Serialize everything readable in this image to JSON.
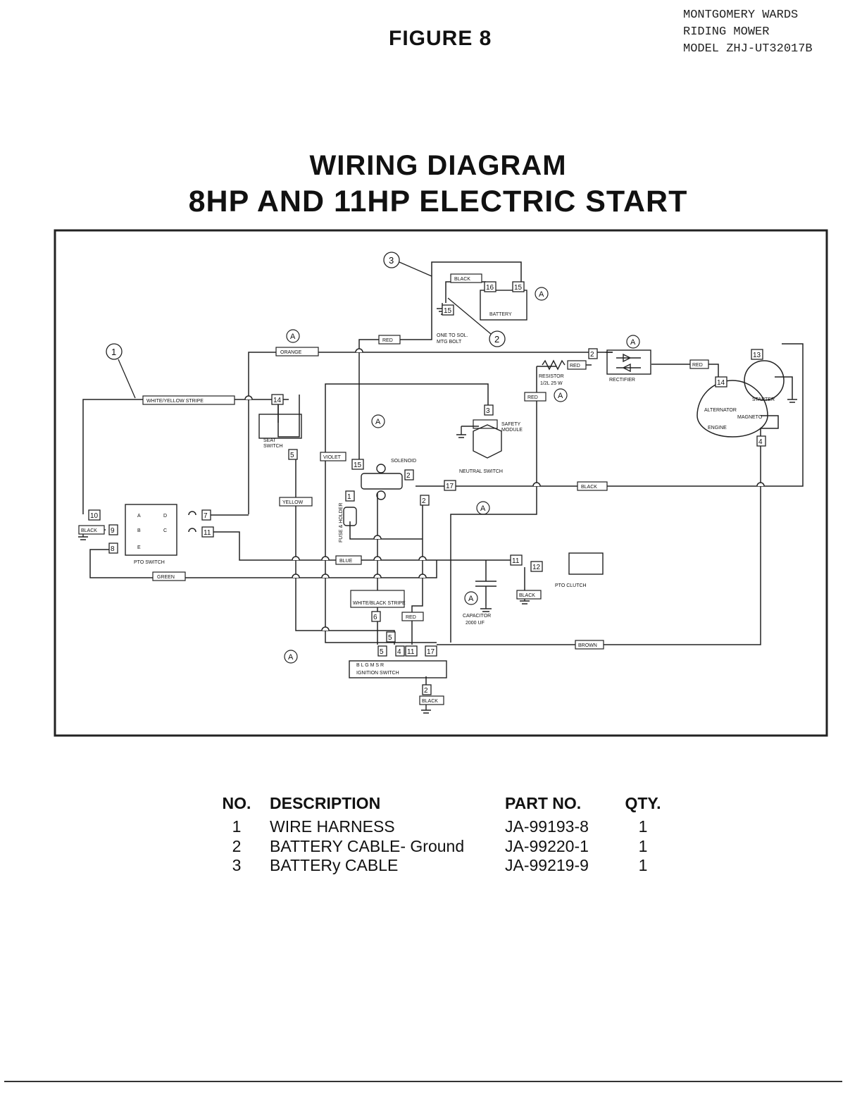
{
  "header": {
    "company": "MONTGOMERY WARDS",
    "product": "RIDING MOWER",
    "model": "MODEL ZHJ-UT32017B",
    "figure": "FIGURE 8",
    "title": "WIRING DIAGRAM",
    "subtitle": "8HP AND 11HP ELECTRIC START"
  },
  "diagram": {
    "wires": {
      "white_yellow": "WHITE/YELLOW STRIPE",
      "orange": "ORANGE",
      "red_top": "RED",
      "black_top": "BLACK",
      "violet": "VIOLET",
      "yellow": "YELLOW",
      "black_left": "BLACK",
      "green": "GREEN",
      "blue": "BLUE",
      "white_black": "WHITE/BLACK STRIPE",
      "red_bottom": "RED",
      "brown": "BROWN",
      "black_mid": "BLACK",
      "red_resistor": "RED",
      "red_rectifier": "RED",
      "red_vertical": "RED",
      "black_clutch": "BLACK",
      "black_ignition": "BLACK"
    },
    "components": {
      "battery": "BATTERY",
      "ground_note_1": "ONE TO SOL.",
      "ground_note_2": "MTG BOLT",
      "seat_switch_1": "SEAT",
      "seat_switch_2": "SWITCH",
      "safety_module_1": "SAFETY",
      "safety_module_2": "MODULE",
      "neutral_switch": "NEUTRAL SWITCH",
      "solenoid": "SOLENOID",
      "fuse_holder": "FUSE & HOLDER",
      "resistor_1": "RESISTOR",
      "resistor_2": "1/2L 25 W",
      "rectifier": "RECTIFIER",
      "starter": "STARTER",
      "alternator_1": "ALTERNATOR",
      "alternator_2": "MAGNETO",
      "engine": "ENGINE",
      "pto_switch": "PTO SWITCH",
      "pto_clutch": "PTO CLUTCH",
      "capacitor_1": "CAPACITOR",
      "capacitor_2": "2000 UF",
      "ignition_switch": "IGNITION SWITCH",
      "ignition_terminals": "B L  G  M  S  R",
      "pto_terminals_left": [
        "A",
        "B",
        "E"
      ],
      "pto_terminals_right": [
        "D",
        "C"
      ]
    },
    "callouts": [
      "1",
      "2",
      "3"
    ],
    "note_marker": "A",
    "terminals": [
      "1",
      "2",
      "3",
      "4",
      "5",
      "6",
      "7",
      "8",
      "9",
      "10",
      "11",
      "12",
      "13",
      "14",
      "15",
      "16",
      "17"
    ]
  },
  "parts_list": {
    "headers": {
      "no": "NO.",
      "description": "DESCRIPTION",
      "part_no": "PART NO.",
      "qty": "QTY."
    },
    "rows": [
      {
        "no": "1",
        "description": "WIRE HARNESS",
        "part_no": "JA-99193-8",
        "qty": "1"
      },
      {
        "no": "2",
        "description": "BATTERY CABLE- Ground",
        "part_no": "JA-99220-1",
        "qty": "1"
      },
      {
        "no": "3",
        "description": "BATTERy CABLE",
        "part_no": "JA-99219-9",
        "qty": "1"
      }
    ]
  }
}
